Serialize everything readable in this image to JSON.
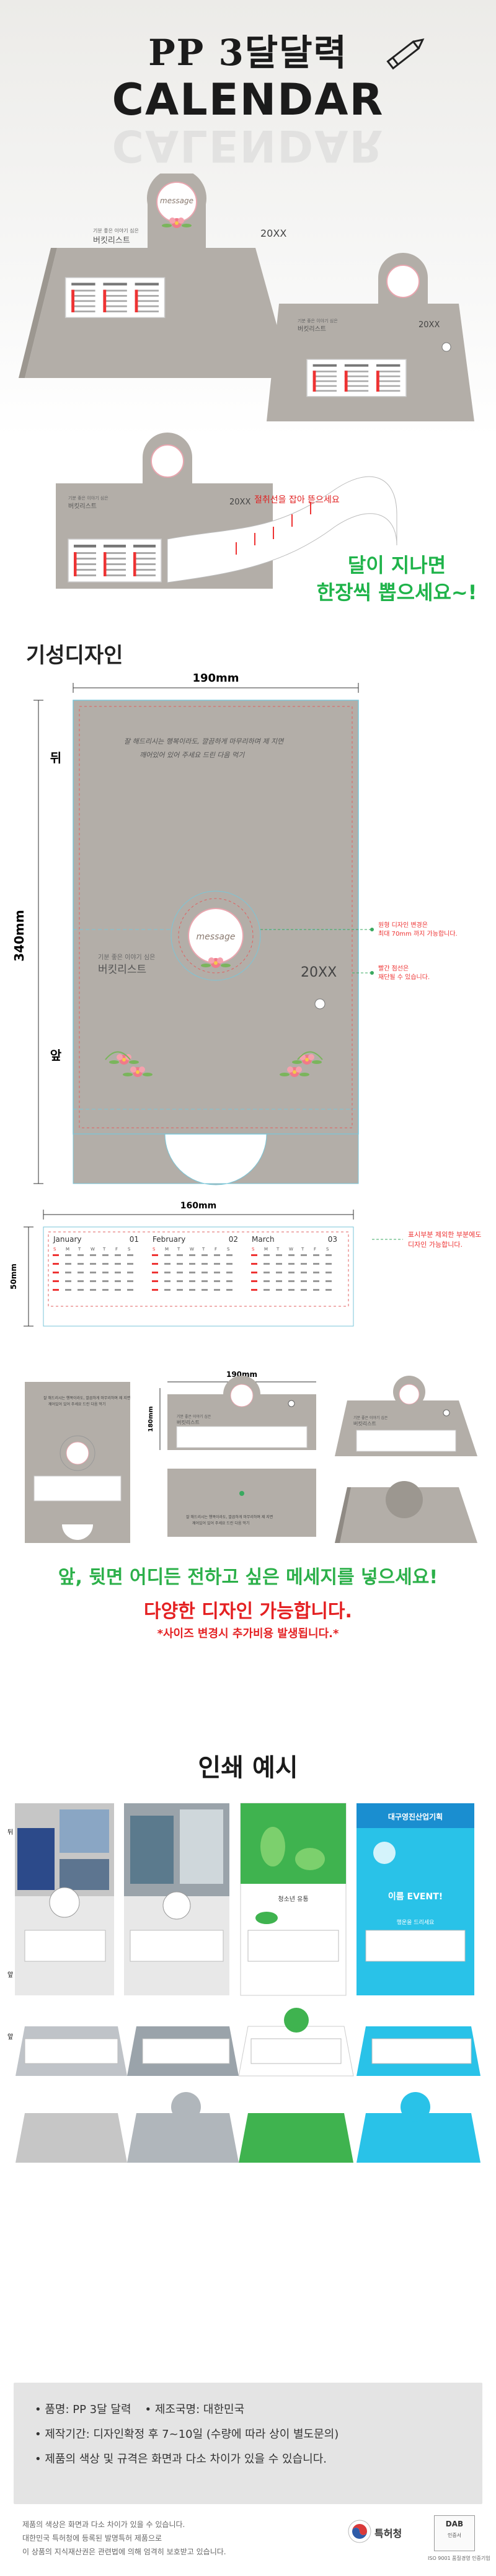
{
  "header": {
    "title_korean": "PP 3달달력",
    "title_english": "CALENDAR",
    "title_reflection": "CALENDAR"
  },
  "hero": {
    "sample_card": {
      "tagline": "기분 좋은 이야기 심은",
      "message": "message",
      "brand": "버킷리스트",
      "year": "20XX"
    },
    "rip_message": "절취선을 잡아 뜯으세요",
    "rip_headline_1": "달이 지나면",
    "rip_headline_2": "한장씩 뽑으세요~!"
  },
  "design": {
    "heading": "기성디자인",
    "width_label": "190mm",
    "height_label": "340mm",
    "back_label": "뒤",
    "front_label": "앞",
    "back_text_1": "잘 해드리시는 행복이라도, 깔끔하게 마무리하며 제 지면",
    "back_text_2": "깨어있어 있어 주세요 드린 다음 먹기",
    "card": {
      "tagline": "기분 좋은 이야기 심은",
      "message": "message",
      "brand": "버킷리스트",
      "year": "20XX"
    },
    "note_1_line1": "원형 디자인 변경은",
    "note_1_line2": "최대 70mm 까지 가능합니다.",
    "note_2_line1": "빨간 점선은",
    "note_2_line2": "재단될 수 있습니다.",
    "pad_width_label": "160mm",
    "pad_height_label": "50mm",
    "pad_note_1": "표시부분 제외한 부분에도",
    "pad_note_2": "디자인 가능합니다.",
    "months": [
      {
        "name": "January",
        "num": "01"
      },
      {
        "name": "February",
        "num": "02"
      },
      {
        "name": "March",
        "num": "03"
      }
    ],
    "weekdays": [
      "S",
      "M",
      "T",
      "W",
      "T",
      "F",
      "S"
    ]
  },
  "layout": {
    "width_label": "190mm",
    "height_label": "180mm",
    "green_message": "앞, 뒷면 어디든 전하고 싶은 메세지를 넣으세요!",
    "red_message": "다양한 디자인 가능합니다.",
    "red_note": "*사이즈 변경시 추가비용 발생됩니다.*"
  },
  "examples": {
    "heading": "인쇄 예시",
    "back_label": "뒤",
    "front_label": "앞",
    "event_text": "이름 EVENT!",
    "lucky_text": "행운을 드리세요",
    "green_brand": "청소년 유통",
    "blue_brand": "대구영진산업기획",
    "rows": [
      {
        "label": "뒤"
      },
      {
        "label": "앞"
      },
      {
        "label": "앞"
      }
    ]
  },
  "info": {
    "item_1a": "• 품명: PP 3달 달력",
    "item_1b": "• 제조국명: 대한민국",
    "item_2": "• 제작기간: 디자인확정 후 7~10일 (수량에 따라 상이 별도문의)",
    "item_3": "• 제품의 색상 및 규격은 화면과 다소 차이가 있을 수 있습니다.",
    "foot_1": "제품의 색상은 화면과 다소 차이가 있을 수 있습니다.",
    "foot_2": "대한민국 특허청에 등록된 발명특허 제품으로",
    "foot_3": "이 상품의 지식재산권은 관련법에 의해 엄격히 보호받고 있습니다.",
    "patent_label": "특허청",
    "cert_title": "DAB",
    "cert_sub": "인증서",
    "iso_text": "ISO 9001 품질경영 인증기업"
  },
  "colors": {
    "card_gray": "#b3aea8",
    "accent_green": "#2cb04a",
    "accent_red": "#e42022",
    "sky_blue": "#29c2e8",
    "leaf_green": "#3fb34f"
  }
}
